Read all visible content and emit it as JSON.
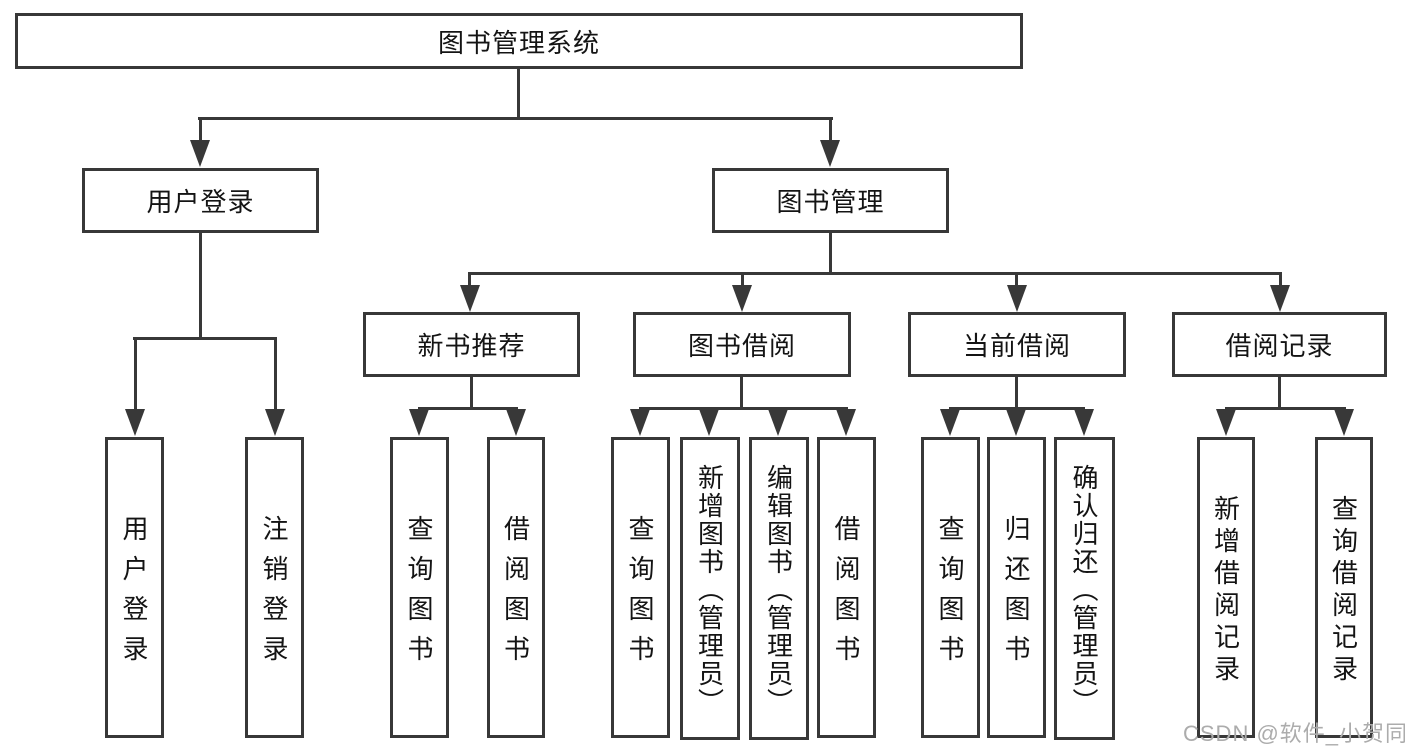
{
  "colors": {
    "line": "#383838",
    "box_border": "#383838",
    "box_fill": "#ffffff",
    "text": "#141414",
    "watermark": "#acacac",
    "background": "#ffffff"
  },
  "nodes": {
    "root": {
      "label": "图书管理系统"
    },
    "user_login": {
      "label": "用户登录"
    },
    "book_mgmt": {
      "label": "图书管理"
    },
    "new_book_rec": {
      "label": "新书推荐"
    },
    "book_borrow": {
      "label": "图书借阅"
    },
    "current_borrow": {
      "label": "当前借阅"
    },
    "borrow_records": {
      "label": "借阅记录"
    }
  },
  "leaves": {
    "user_login": [
      "用户登录",
      "注销登录"
    ],
    "new_book_rec": [
      "查询图书",
      "借阅图书"
    ],
    "book_borrow": [
      "查询图书",
      "新增图书（管理员）",
      "编辑图书（管理员）",
      "借阅图书"
    ],
    "current_borrow": [
      "查询图书",
      "归还图书",
      "确认归还（管理员）"
    ],
    "borrow_records": [
      "新增借阅记录",
      "查询借阅记录"
    ]
  },
  "watermark": {
    "text": "CSDN @软件_小贺同学"
  }
}
